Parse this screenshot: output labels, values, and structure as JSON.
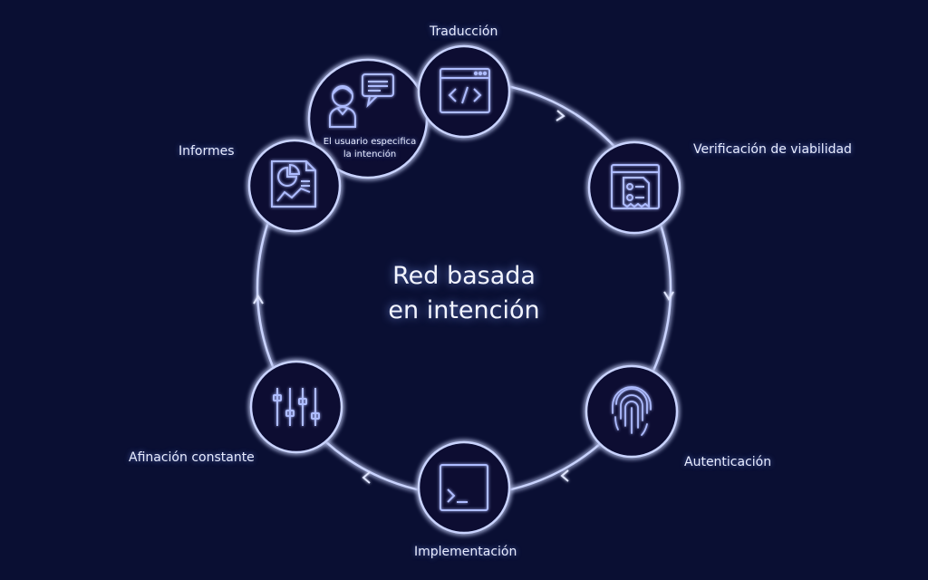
{
  "title_lines": [
    "Red basada",
    "en intención"
  ],
  "user_node_lines": [
    "El usuario especifica",
    "la intención"
  ],
  "stages": [
    {
      "label": "Traducción",
      "icon": "code-window-icon"
    },
    {
      "label": "Verificación de viabilidad",
      "icon": "checklist-document-icon"
    },
    {
      "label": "Autenticación",
      "icon": "fingerprint-icon"
    },
    {
      "label": "Implementación",
      "icon": "terminal-icon"
    },
    {
      "label": "Afinación constante",
      "icon": "sliders-icon"
    },
    {
      "label": "Informes",
      "icon": "report-chart-icon"
    }
  ],
  "colors": {
    "background": "#0a0f33",
    "glow": "#8fa4ff",
    "line": "#c9d3ff",
    "text": "#e8ecff"
  }
}
